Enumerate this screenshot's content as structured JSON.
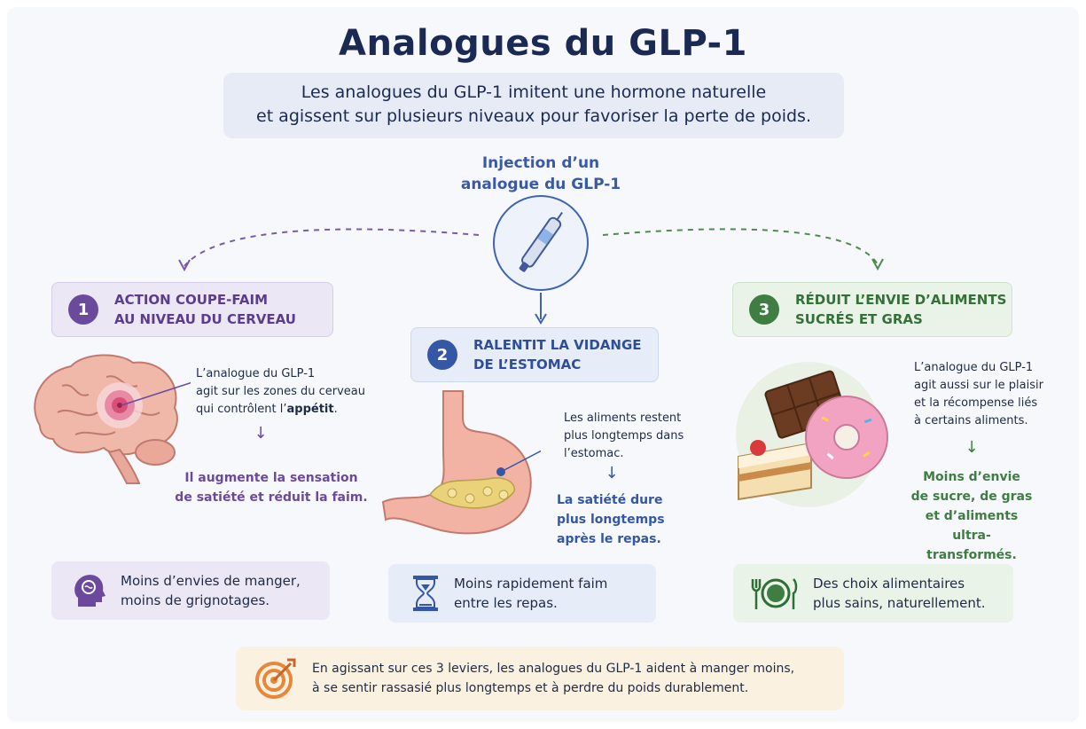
{
  "title": "Analogues du GLP-1",
  "intro": {
    "line1": "Les analogues du GLP-1 imitent une hormone naturelle",
    "line2": "et agissent sur plusieurs niveaux pour favoriser la perte de poids."
  },
  "injection": {
    "line1": "Injection d’un",
    "line2": "analogue du GLP-1",
    "icon": "injection-pen-icon"
  },
  "sections": [
    {
      "number": "1",
      "title_line1": "ACTION COUPE-FAIM",
      "title_line2": "AU NIVEAU DU CERVEAU",
      "color": "#6b4a9e",
      "desc_line1": "L’analogue du GLP-1",
      "desc_line2": "agit sur les zones du cerveau",
      "desc_line3_prefix": "qui contrôlent l’",
      "desc_line3_bold": "appétit",
      "desc_line3_suffix": ".",
      "result_line1": "Il augmente la sensation",
      "result_line2": "de satiété et réduit la faim.",
      "bottom_line1": "Moins d’envies de manger,",
      "bottom_line2": "moins de grignotages.",
      "icon": "brain-icon",
      "bottom_icon": "head-icon"
    },
    {
      "number": "2",
      "title_line1": "RALENTIT LA VIDANGE",
      "title_line2": "DE L’ESTOMAC",
      "color": "#3457a6",
      "desc_line1": "Les aliments restent",
      "desc_line2": "plus longtemps dans",
      "desc_line3": "l’estomac.",
      "result_line1": "La satiété dure",
      "result_line2": "plus longtemps",
      "result_line3": "après le repas.",
      "bottom_line1": "Moins rapidement faim",
      "bottom_line2": "entre les repas.",
      "icon": "stomach-icon",
      "bottom_icon": "hourglass-icon"
    },
    {
      "number": "3",
      "title_line1": "RÉDUIT L’ENVIE D’ALIMENTS",
      "title_line2": "SUCRÉS ET GRAS",
      "color": "#3f7d43",
      "desc_line1": "L’analogue du GLP-1",
      "desc_line2": "agit aussi sur le plaisir",
      "desc_line3": "et la récompense liés",
      "desc_line4": "à certains aliments.",
      "result_line1": "Moins d’envie",
      "result_line2": "de sucre, de gras",
      "result_line3": "et d’aliments ultra-",
      "result_line4": "transformés.",
      "bottom_line1": "Des choix alimentaires",
      "bottom_line2": "plus sains, naturellement.",
      "icon": "sweets-icon",
      "bottom_icon": "plate-icon"
    }
  ],
  "summary": {
    "line1": "En agissant sur ces 3 leviers, les analogues du GLP-1 aident à manger moins,",
    "line2": "à se sentir rassasié plus longtemps et à perdre du poids durablement.",
    "icon": "target-icon"
  }
}
